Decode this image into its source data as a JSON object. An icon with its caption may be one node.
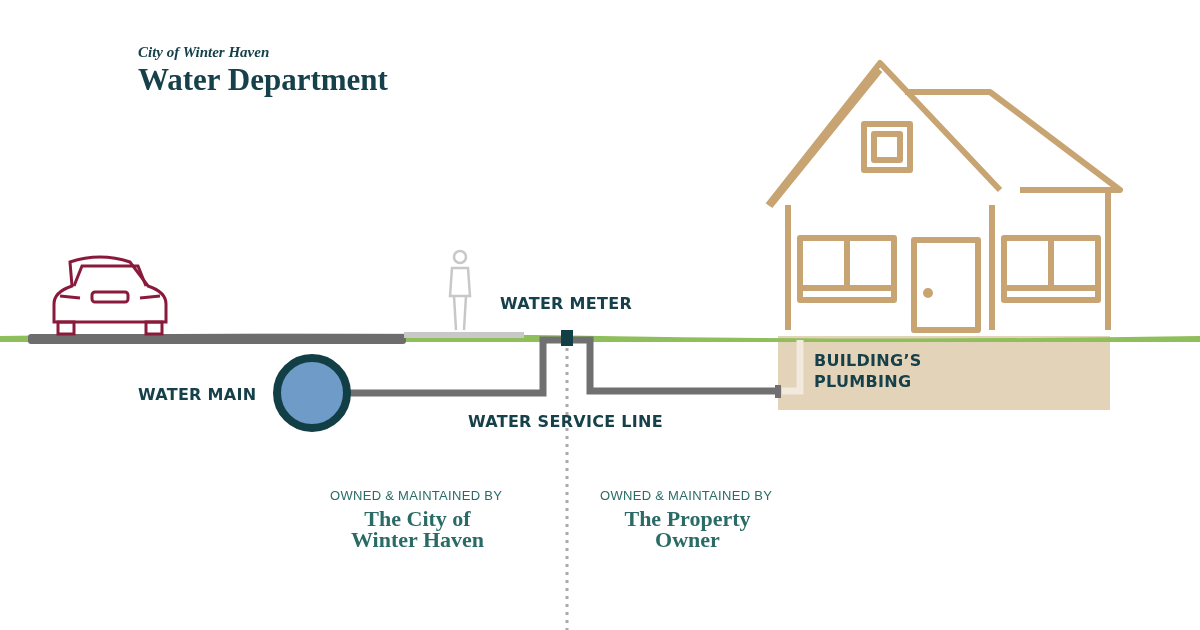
{
  "diagram": {
    "title": "Water Department",
    "nodes": [
      {
        "text": [],
        "shape": "circle",
        "beside": [
          "WATER MAIN"
        ]
      }
    ],
    "labels": [
      "City of Winter Haven",
      "WATER METER",
      "BUILDING’S PLUMBING",
      "WATER SERVICE LINE",
      "OWNED & MAINTAINED BY",
      "The City of Winter Haven",
      "OWNED & MAINTAINED BY",
      "The Property Owner"
    ]
  }
}
